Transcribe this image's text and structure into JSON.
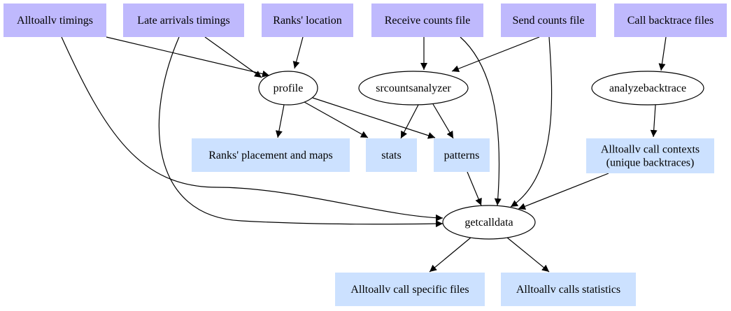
{
  "colors": {
    "input_fill": "#bfb9fd",
    "output_fill": "#cce1ff",
    "process_fill": "#ffffff",
    "stroke": "#000000",
    "background": "#ffffff"
  },
  "nodes": {
    "alltoallv_timings": {
      "lines": [
        "Alltoallv timings"
      ],
      "kind": "input"
    },
    "late_arrivals_timings": {
      "lines": [
        "Late arrivals timings"
      ],
      "kind": "input"
    },
    "ranks_location": {
      "lines": [
        "Ranks' location"
      ],
      "kind": "input"
    },
    "receive_counts_file": {
      "lines": [
        "Receive counts file"
      ],
      "kind": "input"
    },
    "send_counts_file": {
      "lines": [
        "Send counts file"
      ],
      "kind": "input"
    },
    "call_backtrace_files": {
      "lines": [
        "Call backtrace files"
      ],
      "kind": "input"
    },
    "profile": {
      "lines": [
        "profile"
      ],
      "kind": "process"
    },
    "srcountsanalyzer": {
      "lines": [
        "srcountsanalyzer"
      ],
      "kind": "process"
    },
    "analyzebacktrace": {
      "lines": [
        "analyzebacktrace"
      ],
      "kind": "process"
    },
    "ranks_placement_and_maps": {
      "lines": [
        "Ranks' placement and maps"
      ],
      "kind": "output"
    },
    "stats": {
      "lines": [
        "stats"
      ],
      "kind": "output"
    },
    "patterns": {
      "lines": [
        "patterns"
      ],
      "kind": "output"
    },
    "alltoallv_call_contexts": {
      "lines": [
        "Alltoallv call contexts",
        "(unique backtraces)"
      ],
      "kind": "output"
    },
    "getcalldata": {
      "lines": [
        "getcalldata"
      ],
      "kind": "process"
    },
    "alltoallv_call_specific_files": {
      "lines": [
        "Alltoallv call specific files"
      ],
      "kind": "output"
    },
    "alltoallv_calls_statistics": {
      "lines": [
        "Alltoallv calls statistics"
      ],
      "kind": "output"
    }
  },
  "edges": [
    {
      "from": "alltoallv_timings",
      "to": "profile"
    },
    {
      "from": "alltoallv_timings",
      "to": "getcalldata"
    },
    {
      "from": "late_arrivals_timings",
      "to": "profile"
    },
    {
      "from": "late_arrivals_timings",
      "to": "getcalldata"
    },
    {
      "from": "ranks_location",
      "to": "profile"
    },
    {
      "from": "receive_counts_file",
      "to": "srcountsanalyzer"
    },
    {
      "from": "receive_counts_file",
      "to": "getcalldata"
    },
    {
      "from": "send_counts_file",
      "to": "srcountsanalyzer"
    },
    {
      "from": "send_counts_file",
      "to": "getcalldata"
    },
    {
      "from": "call_backtrace_files",
      "to": "analyzebacktrace"
    },
    {
      "from": "profile",
      "to": "ranks_placement_and_maps"
    },
    {
      "from": "profile",
      "to": "stats"
    },
    {
      "from": "profile",
      "to": "patterns"
    },
    {
      "from": "srcountsanalyzer",
      "to": "stats"
    },
    {
      "from": "srcountsanalyzer",
      "to": "patterns"
    },
    {
      "from": "analyzebacktrace",
      "to": "alltoallv_call_contexts"
    },
    {
      "from": "patterns",
      "to": "getcalldata"
    },
    {
      "from": "alltoallv_call_contexts",
      "to": "getcalldata"
    },
    {
      "from": "getcalldata",
      "to": "alltoallv_call_specific_files"
    },
    {
      "from": "getcalldata",
      "to": "alltoallv_calls_statistics"
    }
  ]
}
